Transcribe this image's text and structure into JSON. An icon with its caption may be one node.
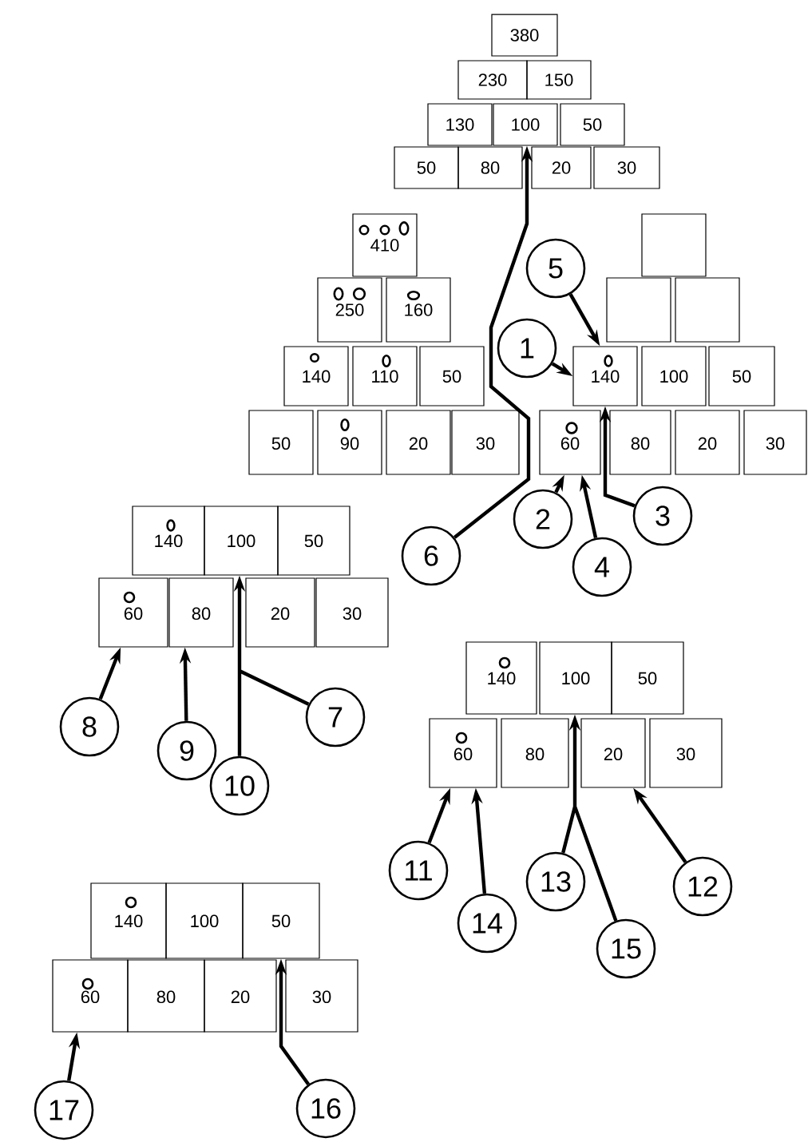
{
  "diagram": {
    "nodes": [
      {
        "text": [
          "380"
        ]
      },
      {
        "text": [
          "230"
        ]
      },
      {
        "text": [
          "150"
        ]
      },
      {
        "text": [
          "130"
        ]
      },
      {
        "text": [
          "100"
        ]
      },
      {
        "text": [
          "50"
        ]
      },
      {
        "text": [
          "50"
        ]
      },
      {
        "text": [
          "80"
        ]
      },
      {
        "text": [
          "20"
        ]
      },
      {
        "text": [
          "30"
        ]
      },
      {
        "text": [
          "410"
        ]
      },
      {
        "text": [
          "250"
        ]
      },
      {
        "text": [
          "160"
        ]
      },
      {
        "text": [
          "140"
        ]
      },
      {
        "text": [
          "110"
        ]
      },
      {
        "text": [
          "50"
        ]
      },
      {
        "text": [
          "50"
        ]
      },
      {
        "text": [
          "90"
        ]
      },
      {
        "text": [
          "20"
        ]
      },
      {
        "text": [
          "30"
        ]
      },
      {
        "text": [],
        "shape": "box"
      },
      {
        "text": [],
        "shape": "box"
      },
      {
        "text": [],
        "shape": "box"
      },
      {
        "text": [
          "140"
        ]
      },
      {
        "text": [
          "100"
        ]
      },
      {
        "text": [
          "50"
        ]
      },
      {
        "text": [
          "60"
        ]
      },
      {
        "text": [
          "80"
        ]
      },
      {
        "text": [
          "20"
        ]
      },
      {
        "text": [
          "30"
        ]
      },
      {
        "text": [
          "5"
        ]
      },
      {
        "text": [
          "1"
        ]
      },
      {
        "text": [
          "2"
        ]
      },
      {
        "text": [
          "3"
        ]
      },
      {
        "text": [
          "4"
        ]
      },
      {
        "text": [
          "6"
        ]
      },
      {
        "text": [
          "140"
        ]
      },
      {
        "text": [
          "100"
        ]
      },
      {
        "text": [
          "50"
        ]
      },
      {
        "text": [
          "60"
        ]
      },
      {
        "text": [
          "80"
        ]
      },
      {
        "text": [
          "20"
        ]
      },
      {
        "text": [
          "30"
        ]
      },
      {
        "text": [
          "8"
        ]
      },
      {
        "text": [
          "9"
        ]
      },
      {
        "text": [
          "7"
        ]
      },
      {
        "text": [
          "10"
        ]
      },
      {
        "text": [
          "140"
        ]
      },
      {
        "text": [
          "100"
        ]
      },
      {
        "text": [
          "50"
        ]
      },
      {
        "text": [
          "60"
        ]
      },
      {
        "text": [
          "80"
        ]
      },
      {
        "text": [
          "20"
        ]
      },
      {
        "text": [
          "30"
        ]
      },
      {
        "text": [
          "11"
        ]
      },
      {
        "text": [
          "13"
        ]
      },
      {
        "text": [
          "12"
        ]
      },
      {
        "text": [
          "15"
        ]
      },
      {
        "text": [
          "14"
        ]
      },
      {
        "text": [
          "140"
        ]
      },
      {
        "text": [
          "100"
        ]
      },
      {
        "text": [
          "50"
        ]
      },
      {
        "text": [
          "60"
        ]
      },
      {
        "text": [
          "80"
        ]
      },
      {
        "text": [
          "20"
        ]
      },
      {
        "text": [
          "30"
        ]
      },
      {
        "text": [
          "17"
        ]
      },
      {
        "text": [
          "16"
        ]
      }
    ],
    "edges": [
      {
        "from": 31,
        "to": 23,
        "arrow": "to"
      },
      {
        "from": 30,
        "to": 23,
        "arrow": "to"
      },
      {
        "from": 33,
        "to": 23,
        "arrow": "to"
      },
      {
        "from": 32,
        "to": 26,
        "arrow": "to"
      },
      {
        "from": 34,
        "to": 26,
        "arrow": "to"
      },
      {
        "from": 35,
        "to": 4,
        "arrow": "to"
      },
      {
        "from": 43,
        "to": 39,
        "arrow": "to"
      },
      {
        "from": 44,
        "to": 40,
        "arrow": "to"
      },
      {
        "from": 46,
        "to": 37,
        "arrow": "to"
      },
      {
        "from": 45,
        "to": 37,
        "arrow": "to"
      },
      {
        "from": 54,
        "to": 50,
        "arrow": "to"
      },
      {
        "from": 58,
        "to": 50,
        "arrow": "to"
      },
      {
        "from": 56,
        "to": 52,
        "arrow": "to"
      },
      {
        "from": 55,
        "to": 48,
        "arrow": "to"
      },
      {
        "from": 57,
        "to": 48,
        "arrow": "to"
      },
      {
        "from": 67,
        "to": 61,
        "arrow": "to"
      },
      {
        "from": 66,
        "to": 62,
        "arrow": "to"
      }
    ]
  }
}
